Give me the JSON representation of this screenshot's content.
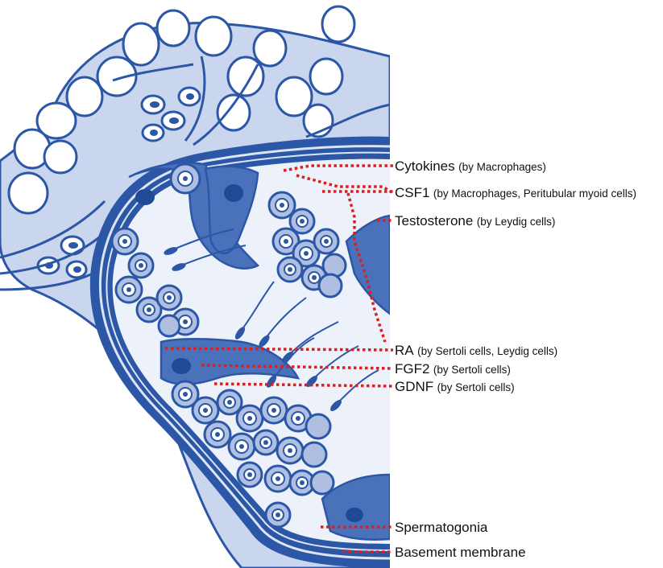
{
  "labels": [
    {
      "id": "cytokines",
      "main": "Cytokines",
      "sub": "(by Macrophages)"
    },
    {
      "id": "csf1",
      "main": "CSF1",
      "sub": "(by Macrophages, Peritubular myoid cells)"
    },
    {
      "id": "testosterone",
      "main": "Testosterone",
      "sub": "(by Leydig cells)"
    },
    {
      "id": "ra",
      "main": "RA",
      "sub": "(by Sertoli cells, Leydig cells)"
    },
    {
      "id": "fgf2",
      "main": "FGF2",
      "sub": "(by Sertoli cells)"
    },
    {
      "id": "gdnf",
      "main": "GDNF",
      "sub": "(by Sertoli cells)"
    },
    {
      "id": "spermatogonia",
      "main": "Spermatogonia",
      "sub": ""
    },
    {
      "id": "basement",
      "main": "Basement membrane",
      "sub": ""
    }
  ],
  "colors": {
    "tissue_dark": "#2c57a7",
    "tissue_mid": "#5a7fc4",
    "tissue_light": "#aebfe2",
    "lumen": "#eef2fb",
    "leader": "#d92020"
  }
}
